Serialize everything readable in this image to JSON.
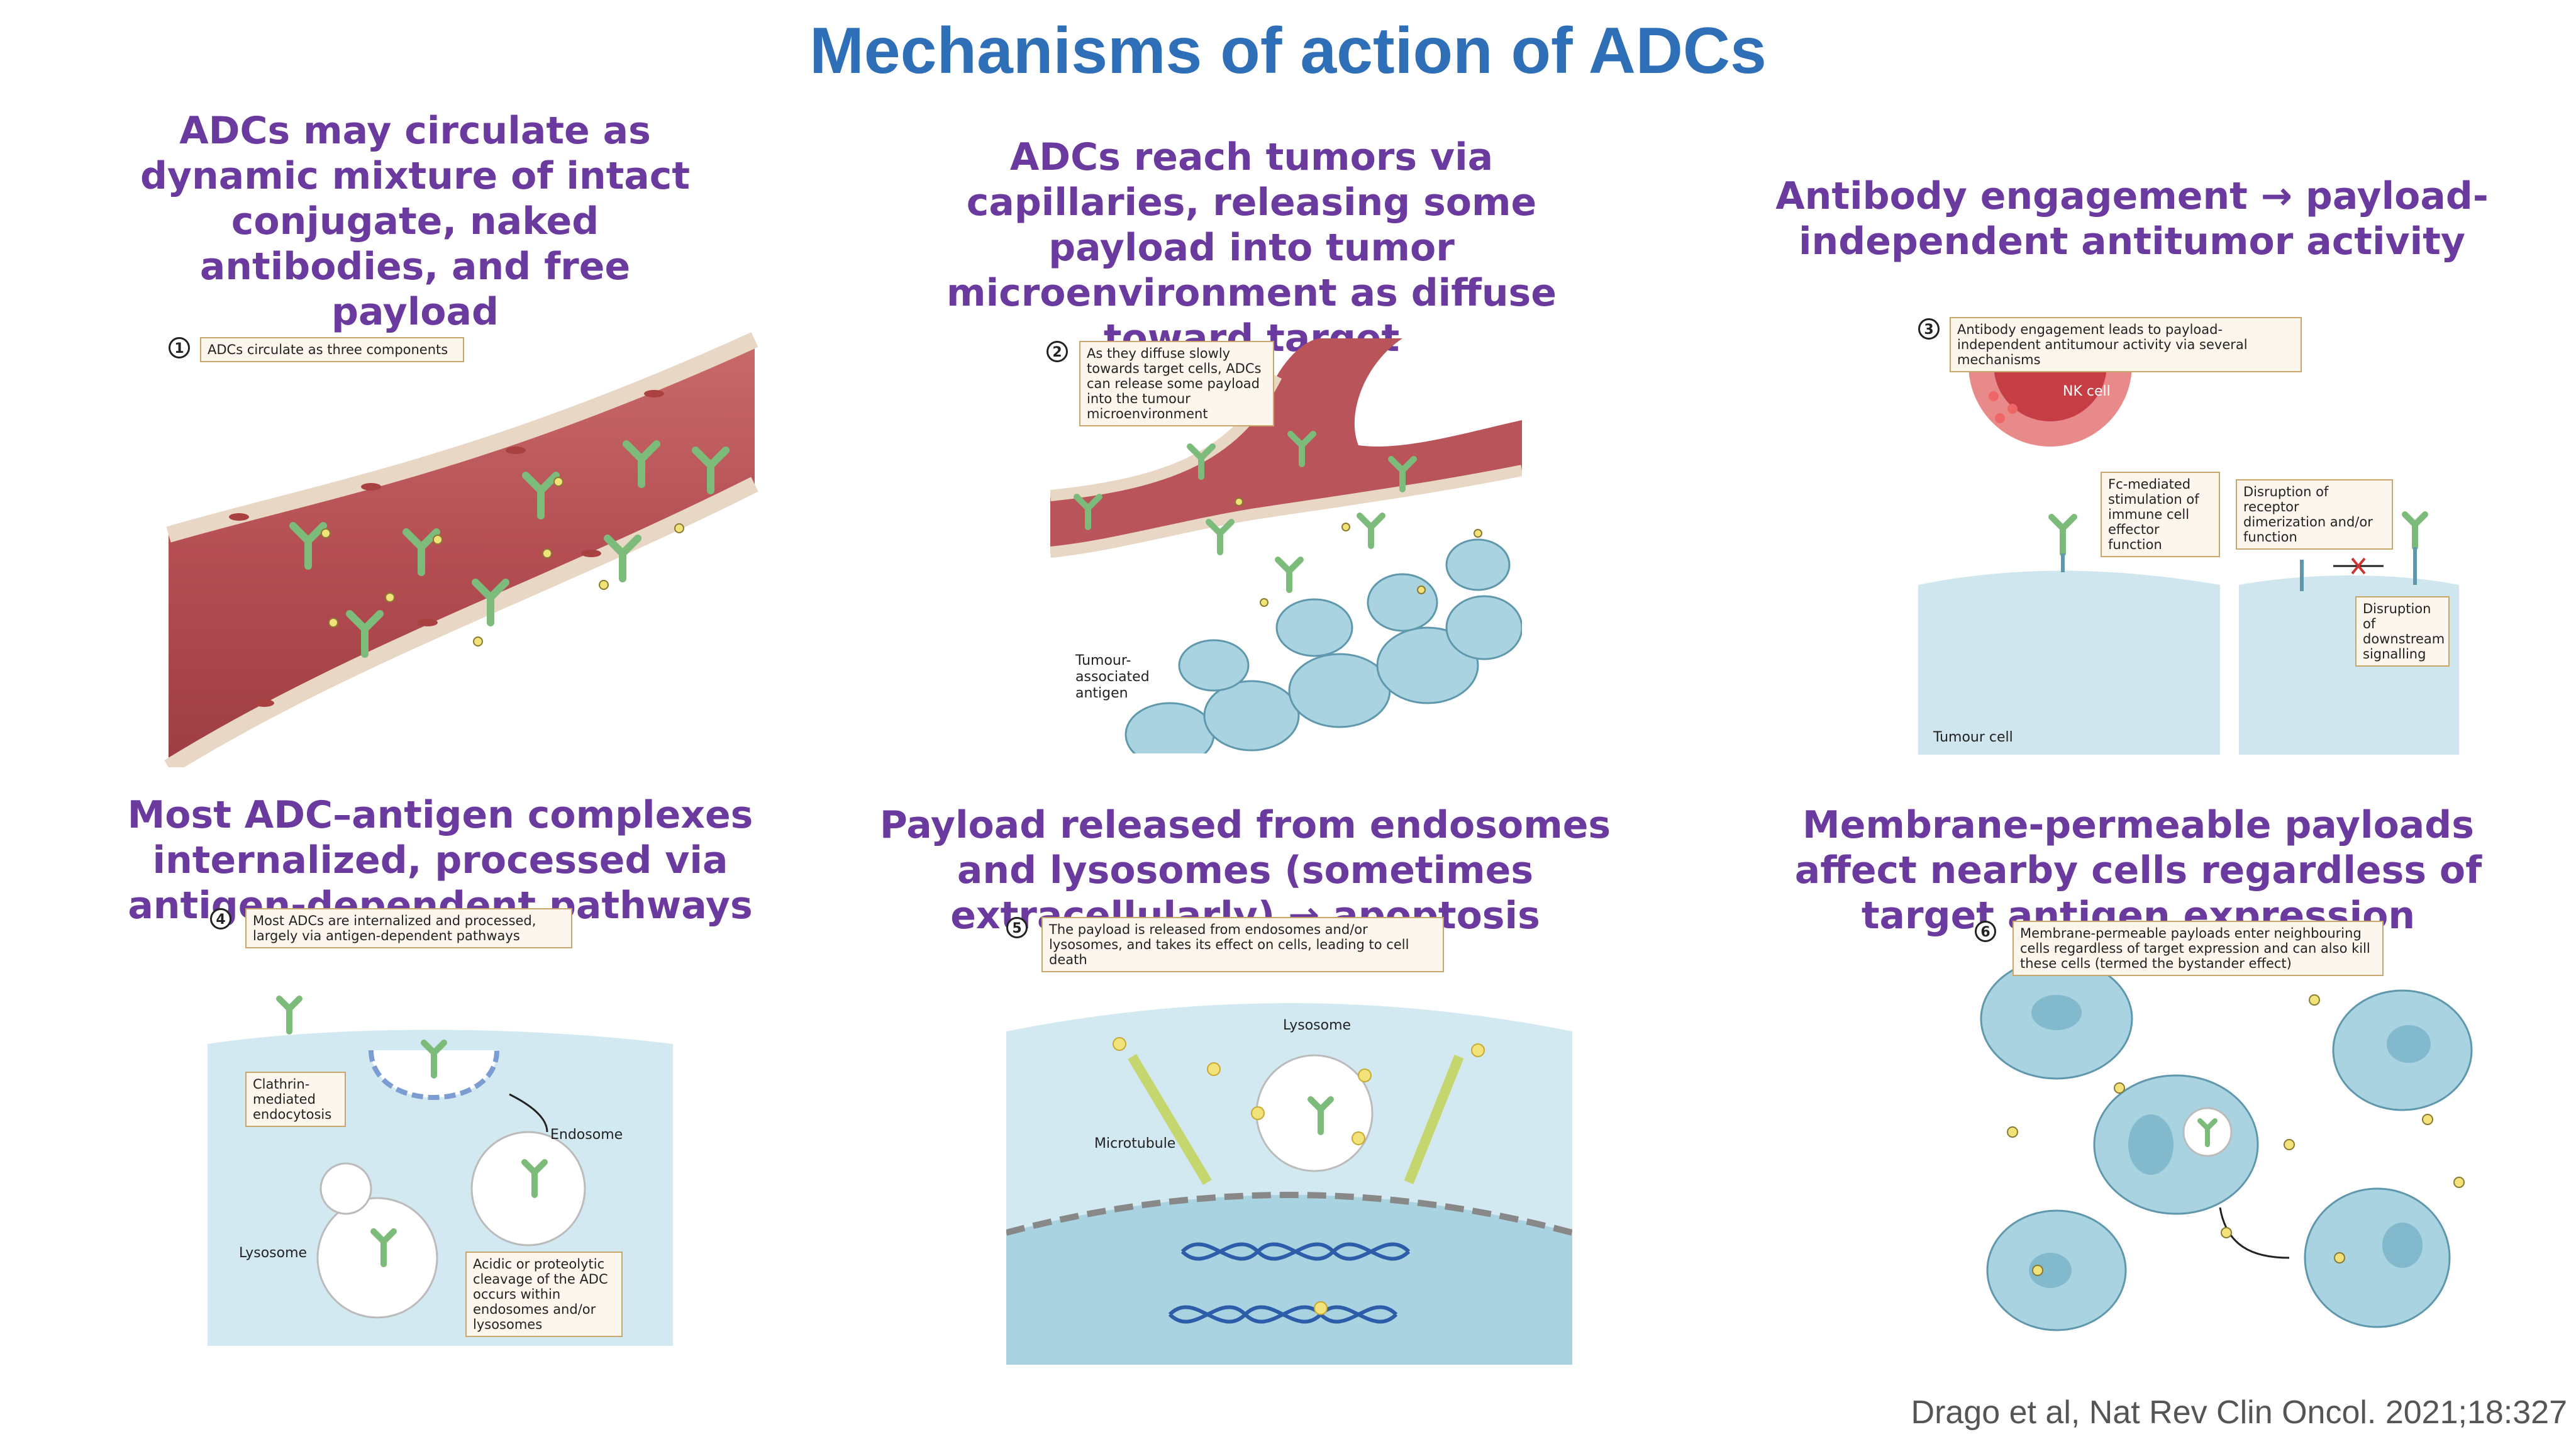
{
  "title": "Mechanisms of action of ADCs",
  "headings": {
    "h1": "ADCs may circulate as dynamic mixture of intact conjugate, naked antibodies, and free payload",
    "h2": "ADCs reach tumors via capillaries, releasing some payload into tumor microenvironment as diffuse toward target",
    "h3": "Antibody engagement → payload-independent antitumor activity",
    "h4": "Most ADC–antigen complexes internalized, processed via antigen-dependent pathways",
    "h5": "Payload released from endosomes and lysosomes (sometimes extracellularly) → apoptosis",
    "h6": "Membrane-permeable payloads affect nearby cells regardless of target antigen expression"
  },
  "panels": {
    "p1": {
      "num": "1",
      "callout": "ADCs circulate as three components"
    },
    "p2": {
      "num": "2",
      "callout": "As they diffuse slowly towards target cells, ADCs can release some payload into the tumour microenvironment",
      "antigen_label": "Tumour-associated antigen"
    },
    "p3": {
      "num": "3",
      "callout": "Antibody engagement leads to payload-independent antitumour activity via several mechanisms",
      "nk_label": "NK cell",
      "fc_label": "Fc-mediated stimulation of immune cell effector function",
      "disruption_label": "Disruption of receptor dimerization and/or function",
      "downstream_label": "Disruption of downstream signalling",
      "tumour_label": "Tumour cell"
    },
    "p4": {
      "num": "4",
      "callout": "Most ADCs are internalized and processed, largely via antigen-dependent pathways",
      "clathrin_label": "Clathrin-mediated endocytosis",
      "endosome_label": "Endosome",
      "lysosome_label": "Lysosome",
      "cleavage_label": "Acidic or proteolytic cleavage of the ADC occurs within endosomes and/or lysosomes"
    },
    "p5": {
      "num": "5",
      "callout": "The payload is released from endosomes and/or lysosomes, and takes its effect on cells, leading to cell death",
      "lysosome_label": "Lysosome",
      "microtubule_label": "Microtubule"
    },
    "p6": {
      "num": "6",
      "callout": "Membrane-permeable payloads enter neighbouring cells regardless of target expression and can also kill these cells (termed the bystander effect)"
    }
  },
  "citation": "Drago et al,  Nat Rev Clin Oncol. 2021;18:327",
  "colors": {
    "title": "#2e6fb7",
    "heading": "#6a3a9f",
    "vessel": "#b8545a",
    "antibody": "#7dbb7a",
    "cell": "#a9d3e0",
    "payload": "#f1e27a"
  }
}
